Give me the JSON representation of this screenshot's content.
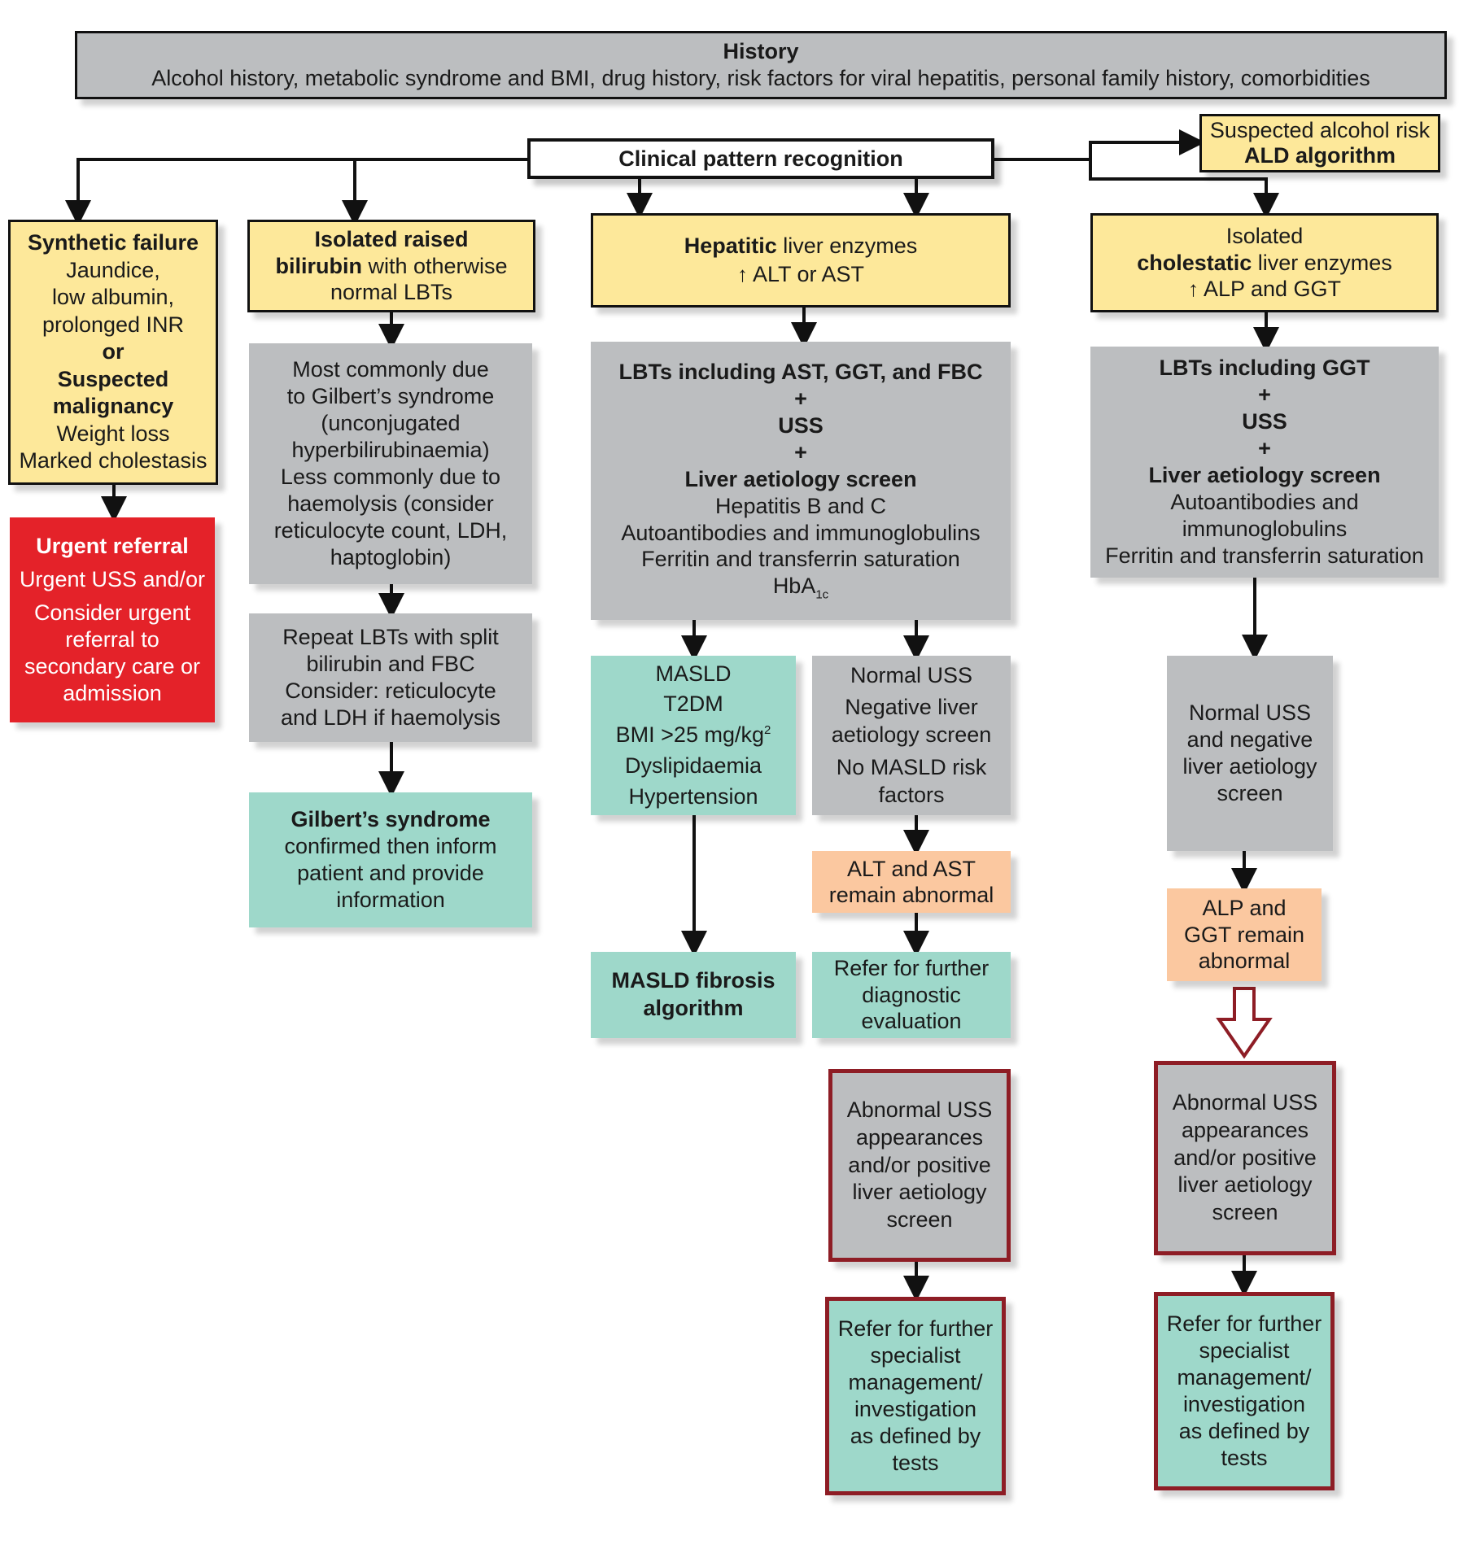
{
  "history": {
    "title": "History",
    "text": "Alcohol history, metabolic syndrome and BMI, drug history, risk factors for viral hepatitis, personal family history, comorbidities"
  },
  "pattern": {
    "label": "Clinical pattern recognition"
  },
  "alcohol": {
    "line1": "Suspected alcohol risk",
    "line2": "ALD algorithm"
  },
  "synthetic": {
    "title": "Synthetic failure",
    "l1": "Jaundice,",
    "l2": "low albumin,",
    "l3": "prolonged INR",
    "or": "or",
    "mal1": "Suspected",
    "mal2": "malignancy",
    "l4": "Weight loss",
    "l5": "Marked cholestasis"
  },
  "urgent": {
    "title": "Urgent referral",
    "l1": "Urgent USS and/or",
    "l2": "Consider urgent",
    "l3": "referral to",
    "l4": "secondary care or",
    "l5": "admission"
  },
  "bilirubin": {
    "l1": "Isolated raised",
    "bold": "bilirubin",
    "l2": " with otherwise",
    "l3": "normal LBTs"
  },
  "gilbert_cause": {
    "l1": "Most commonly due",
    "l2": "to Gilbert’s syndrome",
    "l3": "(unconjugated",
    "l4": "hyperbilirubinaemia)",
    "l5": "Less commonly due to",
    "l6": "haemolysis (consider",
    "l7": "reticulocyte count, LDH,",
    "l8": "haptoglobin)"
  },
  "repeat_lbt": {
    "l1": "Repeat LBTs with split",
    "l2": "bilirubin and FBC",
    "l3": "Consider: reticulocyte",
    "l4": "and LDH if haemolysis"
  },
  "gilbert_confirmed": {
    "title": "Gilbert’s syndrome",
    "l1": "confirmed then inform",
    "l2": "patient and provide",
    "l3": "information"
  },
  "hepatitic": {
    "bold": "Hepatitic",
    "l1": " liver enzymes",
    "arrow": "↑",
    "l2": " ALT or AST"
  },
  "lbt_hep": {
    "l1": "LBTs including AST, GGT, and FBC",
    "plus": "+",
    "l2": "USS",
    "l3": "Liver aetiology screen",
    "l4": "Hepatitis B and C",
    "l5": "Autoantibodies and immunoglobulins",
    "l6": "Ferritin and transferrin saturation",
    "l7": "HbA",
    "l7sub": "1c"
  },
  "masld_risk": {
    "l1": "MASLD",
    "l2": "T2DM",
    "l3": "BMI >25 mg/kg",
    "l3sup": "2",
    "l4": "Dyslipidaemia",
    "l5": "Hypertension"
  },
  "normal_hep": {
    "l1": "Normal USS",
    "l2": "Negative liver",
    "l3": "aetiology screen",
    "l4": "No MASLD risk",
    "l5": "factors"
  },
  "alt_abn": {
    "l1": "ALT and AST",
    "l2": "remain abnormal"
  },
  "masld_fib": {
    "l1": "MASLD fibrosis",
    "l2": "algorithm"
  },
  "refer_diag": {
    "l1": "Refer for further",
    "l2": "diagnostic",
    "l3": "evaluation"
  },
  "abn_hep": {
    "l1": "Abnormal USS",
    "l2": "appearances",
    "l3": "and/or positive",
    "l4": "liver aetiology",
    "l5": "screen"
  },
  "refer_spec_hep": {
    "l1": "Refer for further",
    "l2": "specialist",
    "l3": "management/",
    "l4": "investigation",
    "l5": "as defined by",
    "l6": "tests"
  },
  "cholestatic": {
    "l0": "Isolated",
    "bold": "cholestatic",
    "l1": " liver enzymes",
    "arrow": "↑",
    "l2": " ALP and GGT"
  },
  "lbt_chol": {
    "l1": "LBTs including GGT",
    "plus": "+",
    "l2": "USS",
    "l3": "Liver aetiology screen",
    "l4": "Autoantibodies and",
    "l5": "immunoglobulins",
    "l6": "Ferritin and transferrin saturation"
  },
  "normal_chol": {
    "l1": "Normal USS",
    "l2": "and negative",
    "l3": "liver aetiology",
    "l4": "screen"
  },
  "alp_abn": {
    "l1": "ALP and",
    "l2": "GGT remain",
    "l3": "abnormal"
  },
  "abn_chol": {
    "l1": "Abnormal USS",
    "l2": "appearances",
    "l3": "and/or positive",
    "l4": "liver aetiology",
    "l5": "screen"
  },
  "refer_spec_chol": {
    "l1": "Refer for further",
    "l2": "specialist",
    "l3": "management/",
    "l4": "investigation",
    "l5": "as defined by",
    "l6": "tests"
  },
  "colors": {
    "gray": "#bcbec0",
    "yellow": "#fde89a",
    "teal": "#9ed8ca",
    "peach": "#fbc8a0",
    "red": "#e42229",
    "dark_red": "#8e1d25"
  }
}
